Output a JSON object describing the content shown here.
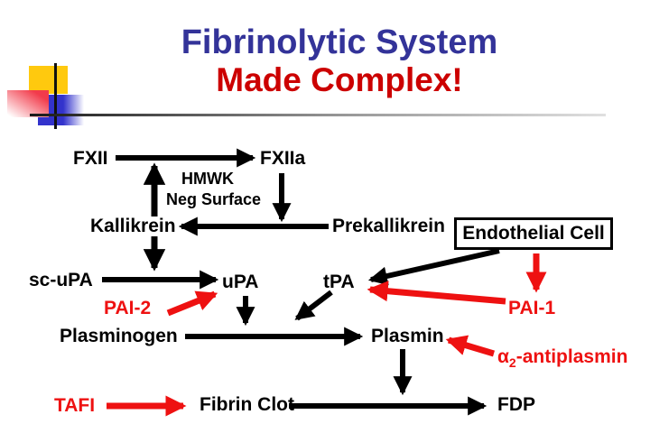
{
  "slide": {
    "title_line1": "Fibrinolytic System",
    "title_line2": "Made Complex!"
  },
  "colors": {
    "title_blue": "#333399",
    "title_red": "#cc0000",
    "diagram_red": "#ee1111",
    "ink": "#000000",
    "deco_yellow": "#ffc90e",
    "deco_blue": "#3333cc",
    "deco_red": "#f23b4b"
  },
  "diagram": {
    "nodes": {
      "fxii": "FXII",
      "fxiia": "FXIIa",
      "hmwk": "HMWK",
      "neg_surface": "Neg Surface",
      "kallikrein": "Kallikrein",
      "prekallikrein": "Prekallikrein",
      "endothelial_cell": "Endothelial Cell",
      "sc_upa": "sc-uPA",
      "upa": "uPA",
      "tpa": "tPA",
      "pai2": "PAI-2",
      "pai1": "PAI-1",
      "plasminogen": "Plasminogen",
      "plasmin": "Plasmin",
      "antiplasmin_prefix": "α",
      "antiplasmin_sub": "2",
      "antiplasmin_suffix": "-antiplasmin",
      "tafi": "TAFI",
      "fibrin_clot": "Fibrin Clot",
      "fdp": "FDP"
    }
  }
}
